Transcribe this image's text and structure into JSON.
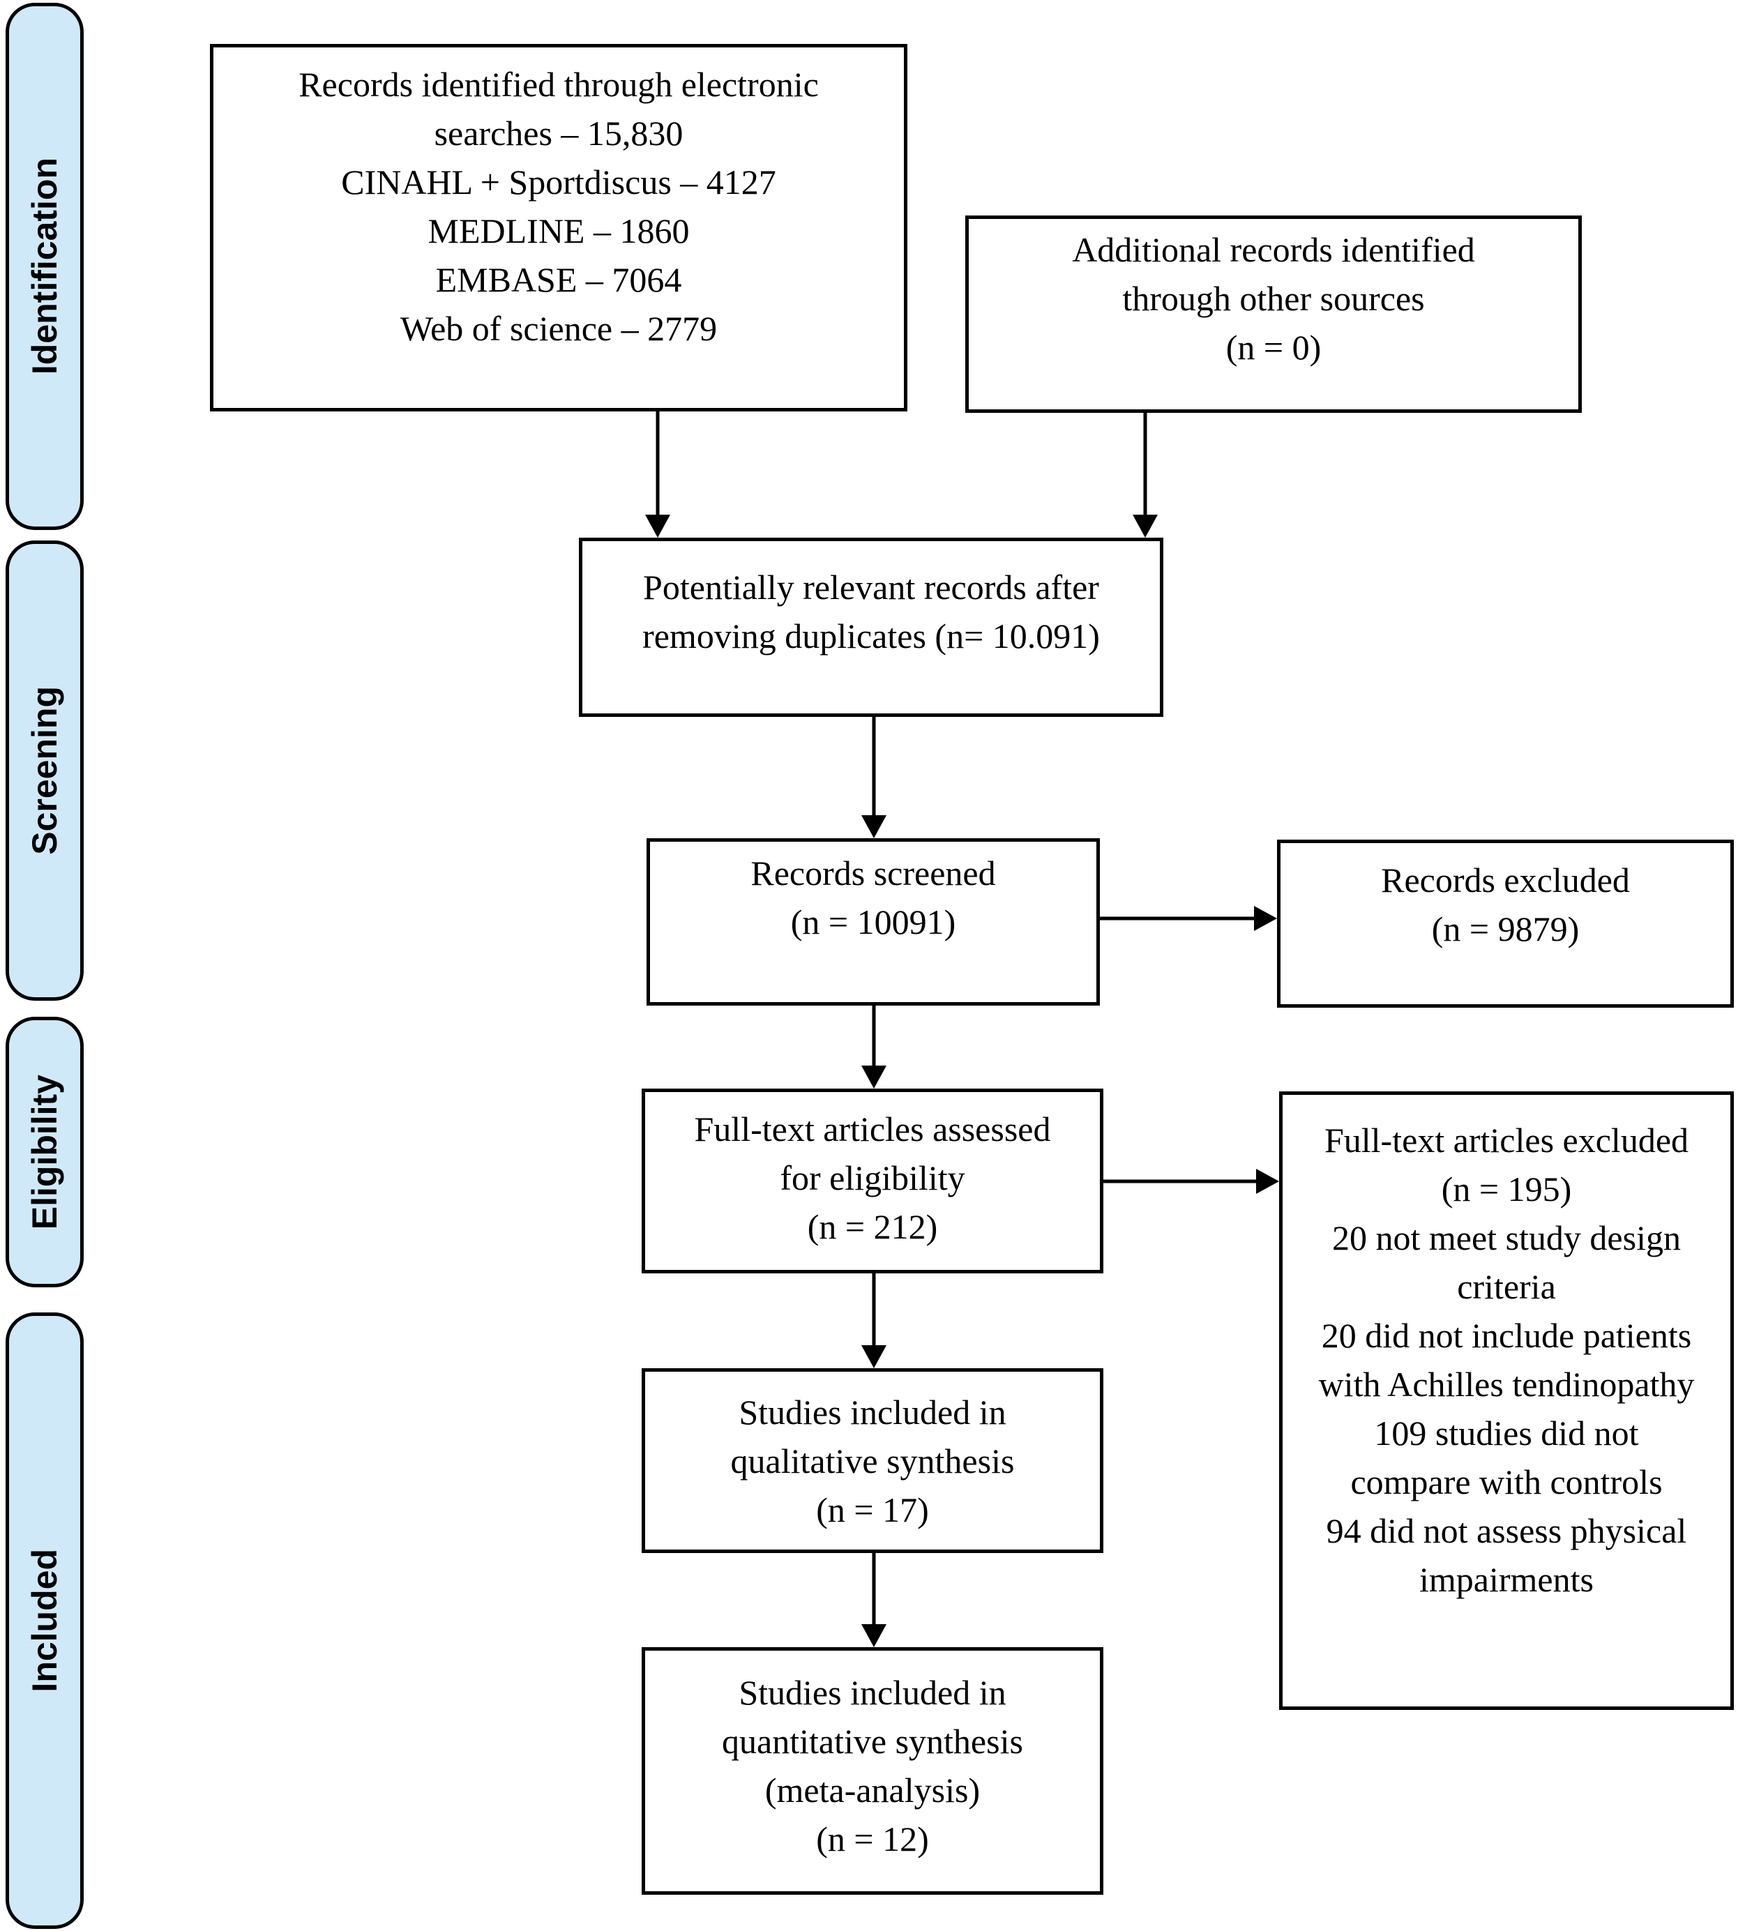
{
  "colors": {
    "phase_fill": "#cfe9f8",
    "line": "#000000",
    "box_fill": "#ffffff"
  },
  "phases": {
    "identification": {
      "label": "Identification"
    },
    "screening": {
      "label": "Screening"
    },
    "eligibility": {
      "label": "Eligibility"
    },
    "included": {
      "label": "Included"
    }
  },
  "boxes": {
    "identified": {
      "text": "Records identified through electronic\nsearches – 15,830\nCINAHL + Sportdiscus – 4127\nMEDLINE – 1860\nEMBASE – 7064\nWeb of science – 2779"
    },
    "additional": {
      "text": "Additional records identified\nthrough other sources\n(n = 0)"
    },
    "duplicates": {
      "text": "Potentially relevant records after\nremoving duplicates (n= 10.091)"
    },
    "screened": {
      "text": "Records screened\n(n = 10091)"
    },
    "excluded": {
      "text": "Records excluded\n(n = 9879)"
    },
    "fulltext": {
      "text": "Full-text articles assessed\nfor eligibility\n(n = 212)"
    },
    "fulltext_excluded": {
      "text": "Full-text articles excluded\n(n = 195)\n20 not meet study design\ncriteria\n20 did not include patients\nwith Achilles tendinopathy\n109 studies did not\ncompare with controls\n94 did not assess physical\nimpairments"
    },
    "qualitative": {
      "text": "Studies included in\nqualitative synthesis\n(n = 17)"
    },
    "quantitative": {
      "text": "Studies included in\nquantitative synthesis\n(meta-analysis)\n(n = 12)"
    }
  }
}
